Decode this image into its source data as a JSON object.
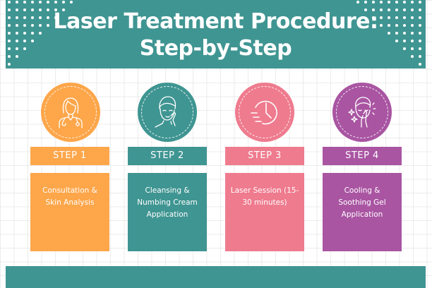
{
  "header": {
    "title_line1": "Laser Treatment Procedure:",
    "title_line2": "Step-by-Step",
    "color": "#3f9592"
  },
  "steps": [
    {
      "label": "STEP 1",
      "description": "Consultation & Skin Analysis",
      "icon": "doctor-icon",
      "color": "#fda64a"
    },
    {
      "label": "STEP 2",
      "description": "Cleansing & Numbing Cream Application",
      "icon": "face-cream-icon",
      "color": "#3f9592"
    },
    {
      "label": "STEP 3",
      "description": "Laser Session (15-30 minutes)",
      "icon": "fast-clock-icon",
      "color": "#ef7b8e"
    },
    {
      "label": "STEP 4",
      "description": "Cooling & Soothing Gel Application",
      "icon": "glowing-face-icon",
      "color": "#a955a2"
    }
  ],
  "footer": {
    "color": "#3f9592"
  }
}
